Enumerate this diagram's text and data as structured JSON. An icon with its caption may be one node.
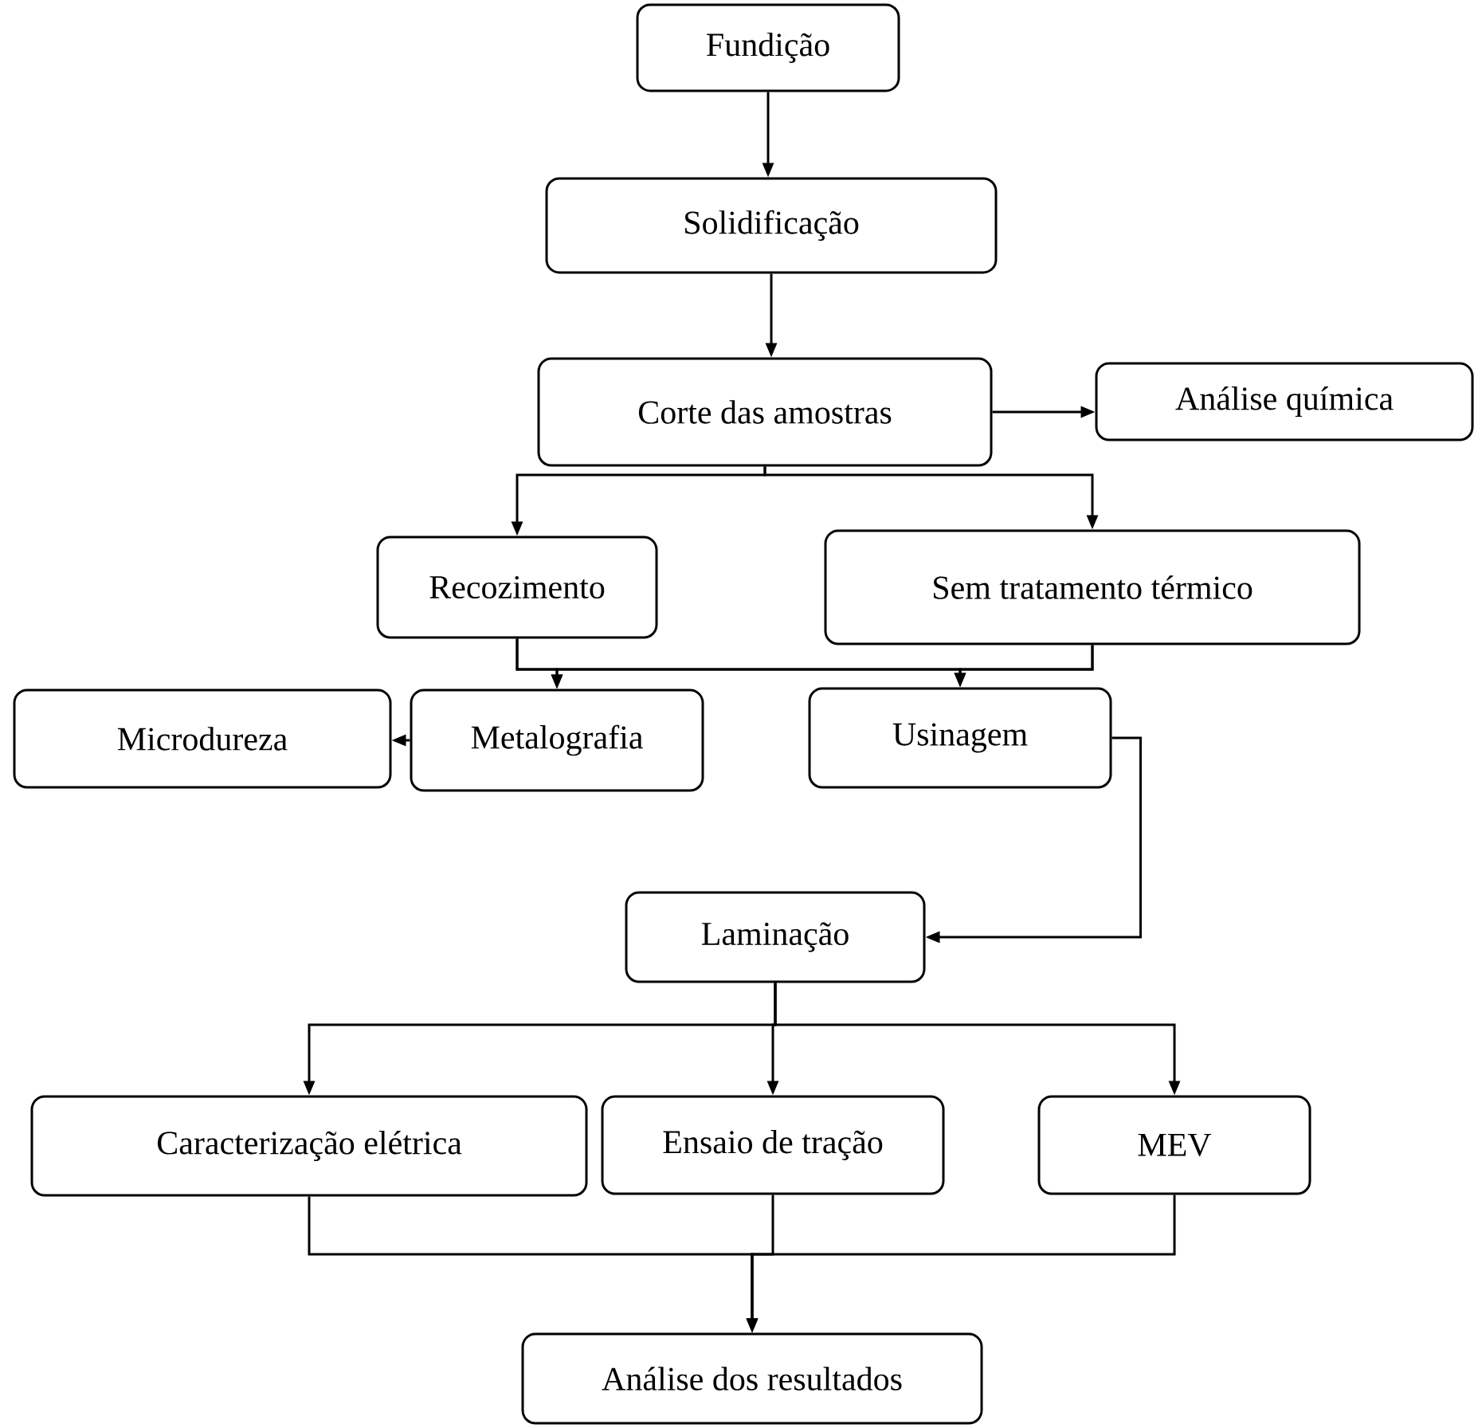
{
  "diagram": {
    "nodes": [
      {
        "text": [
          "Fundição"
        ]
      },
      {
        "text": [
          "Solidificação"
        ]
      },
      {
        "text": [
          "Corte das amostras"
        ]
      },
      {
        "text": [
          "Análise química"
        ]
      },
      {
        "text": [
          "Recozimento"
        ]
      },
      {
        "text": [
          "Sem tratamento térmico"
        ]
      },
      {
        "text": [
          "Microdureza"
        ]
      },
      {
        "text": [
          "Metalografia"
        ]
      },
      {
        "text": [
          "Usinagem"
        ]
      },
      {
        "text": [
          "Laminação"
        ]
      },
      {
        "text": [
          "Caracterização elétrica"
        ]
      },
      {
        "text": [
          "Ensaio de tração"
        ]
      },
      {
        "text": [
          "MEV"
        ]
      },
      {
        "text": [
          "Análise dos resultados"
        ]
      }
    ],
    "edges": [
      {
        "from": 0,
        "to": 1,
        "arrow": "to"
      },
      {
        "from": 1,
        "to": 2,
        "arrow": "to"
      },
      {
        "from": 2,
        "to": 3,
        "arrow": "to"
      },
      {
        "from": 2,
        "to": 4,
        "arrow": "to"
      },
      {
        "from": 2,
        "to": 5,
        "arrow": "to"
      },
      {
        "from": 4,
        "to": 7,
        "arrow": "to"
      },
      {
        "from": 4,
        "to": 8,
        "arrow": "to"
      },
      {
        "from": 5,
        "to": 7,
        "arrow": "to"
      },
      {
        "from": 5,
        "to": 8,
        "arrow": "to"
      },
      {
        "from": 7,
        "to": 6,
        "arrow": "to"
      },
      {
        "from": 8,
        "to": 9,
        "arrow": "to"
      },
      {
        "from": 9,
        "to": 10,
        "arrow": "to"
      },
      {
        "from": 9,
        "to": 11,
        "arrow": "to"
      },
      {
        "from": 9,
        "to": 12,
        "arrow": "to"
      },
      {
        "from": 10,
        "to": 13,
        "arrow": "to"
      },
      {
        "from": 11,
        "to": 13,
        "arrow": "to"
      },
      {
        "from": 12,
        "to": 13,
        "arrow": "to"
      }
    ]
  }
}
